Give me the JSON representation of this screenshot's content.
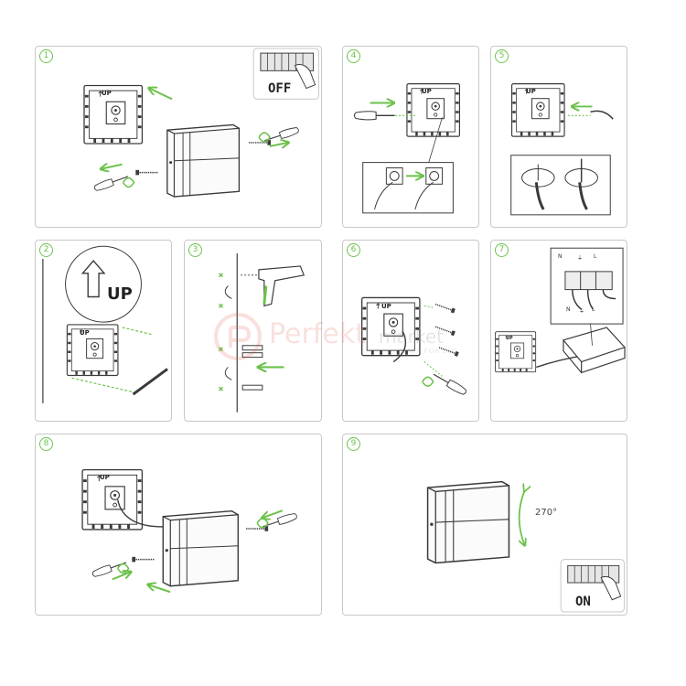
{
  "steps": [
    {
      "number": "1",
      "switch_label": "OFF",
      "up_label": "UP"
    },
    {
      "number": "2",
      "big_up_label": "UP",
      "up_label": "UP"
    },
    {
      "number": "3"
    },
    {
      "number": "4",
      "up_label": "UP"
    },
    {
      "number": "5",
      "up_label": "UP"
    },
    {
      "number": "6",
      "up_label": "UP"
    },
    {
      "number": "7",
      "terminal_labels_top": [
        "N",
        "⏚",
        "L"
      ],
      "terminal_labels_bottom": [
        "N",
        "⏚",
        "L"
      ],
      "up_label": "UP"
    },
    {
      "number": "8",
      "up_label": "UP"
    },
    {
      "number": "9",
      "rotation_label": "270°",
      "switch_label": "ON"
    }
  ],
  "watermark": {
    "brand": "Perfekt",
    "suffix": "market",
    "tagline": "SHOP FOR LED"
  },
  "colors": {
    "accent": "#6cc24a",
    "line": "#3a3a3a",
    "box_fill": "#f4f4f4",
    "panel_border": "#c8c8c8"
  },
  "icons": [
    "wall-plate-icon",
    "lamp-box-icon",
    "screw-icon",
    "screwdriver-icon",
    "drill-icon",
    "breaker-switch-icon",
    "arrow-icon",
    "pencil-icon",
    "cable-icon",
    "rotate-arrow-icon"
  ]
}
